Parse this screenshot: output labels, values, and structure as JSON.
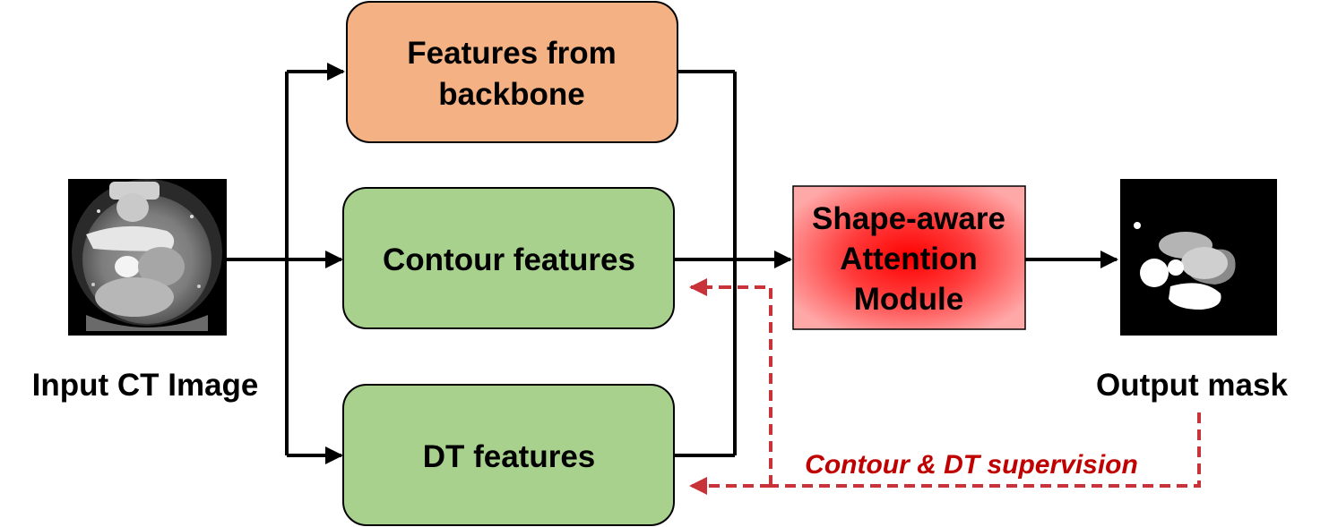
{
  "input": {
    "caption": "Input CT Image",
    "icon": "ct-scan-image"
  },
  "backbone": {
    "line1": "Features from",
    "line2": "backbone"
  },
  "contour": {
    "label": "Contour features"
  },
  "dt": {
    "label": "DT features"
  },
  "attention": {
    "line1": "Shape-aware",
    "line2": "Attention",
    "line3": "Module"
  },
  "output": {
    "caption": "Output mask",
    "icon": "segmentation-mask-image"
  },
  "supervision": {
    "label": "Contour & DT supervision"
  },
  "colors": {
    "backbone_fill": "#f4b183",
    "feature_fill": "#a9d18e",
    "attention_center": "#ff0000",
    "attention_edge": "#ffa3a3",
    "supervision": "#c00000",
    "arrow": "#000000"
  }
}
